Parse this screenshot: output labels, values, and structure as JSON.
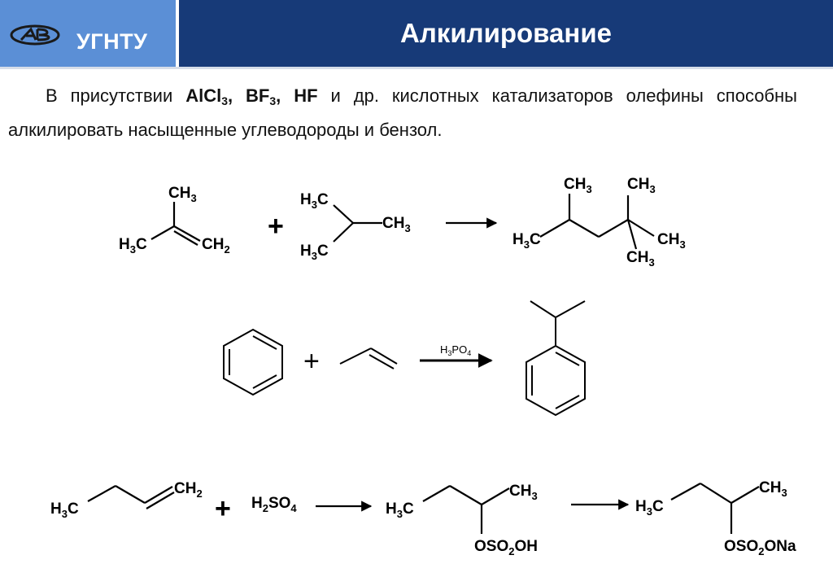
{
  "header": {
    "org": "УГНТУ",
    "title": "Алкилирование",
    "logo_icon": "university-emblem-icon",
    "colors": {
      "logo_bg": "#5b8fd6",
      "title_bg": "#173a78"
    }
  },
  "intro": {
    "t1": "В присутствии ",
    "alcl": "AlCl",
    "n3a": "3",
    "sep1": ", ",
    "bf": "BF",
    "n3b": "3",
    "sep2": ", ",
    "hf": "HF",
    "t2": " и др. кислотных катализаторов олефины способны алкилировать насыщенные углеводороды и бензол."
  },
  "r1": {
    "ch": "CH",
    "n3": "3",
    "h": "H",
    "c": "C",
    "n2": "2",
    "plus": "+"
  },
  "r2": {
    "plus": "+",
    "cat_h": "H",
    "cat_n3": "3",
    "cat_po": "PO",
    "cat_n4": "4"
  },
  "r3": {
    "ch": "CH",
    "h": "H",
    "c": "C",
    "n2": "2",
    "n3": "3",
    "n4": "4",
    "plus": "+",
    "so": "SO",
    "oso": "OSO",
    "oh": "OH",
    "ona": "ONa"
  }
}
